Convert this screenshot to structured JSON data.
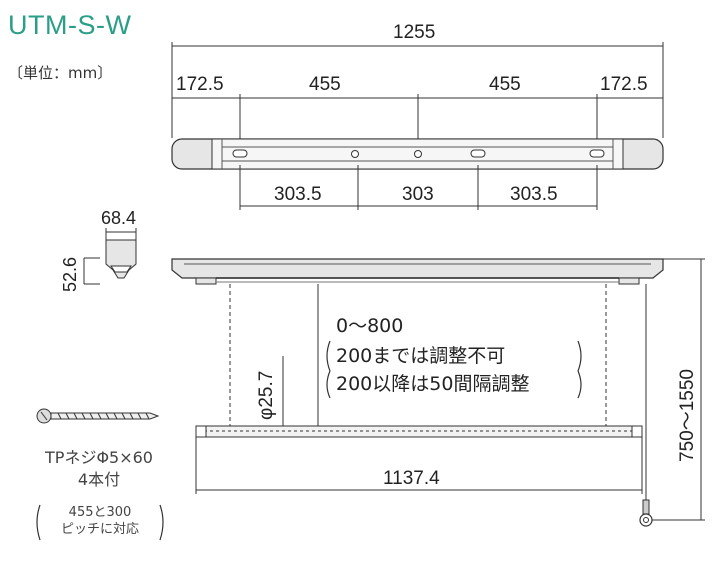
{
  "title": {
    "model": "UTM-S-W",
    "unit": "〔単位：mm〕"
  },
  "top_view": {
    "overall": "1255",
    "segments": [
      "172.5",
      "455",
      "455",
      "172.5"
    ],
    "bottom_segments": [
      "303.5",
      "303",
      "303.5"
    ]
  },
  "profile": {
    "width": "68.4",
    "height": "52.6"
  },
  "front_view": {
    "range": "0〜800",
    "note_line1": "200までは調整不可",
    "note_line2": "200以降は50間隔調整",
    "pipe_diameter": "φ25.7",
    "pipe_length": "1137.4",
    "total_height": "750〜1550"
  },
  "screw": {
    "line1": "TPネジΦ5×60",
    "line2": "4本付",
    "note1": "455と300",
    "note2": "ピッチに対応"
  },
  "colors": {
    "title": "#2a9e86",
    "line": "#333333",
    "fill": "#e6e6e6"
  }
}
